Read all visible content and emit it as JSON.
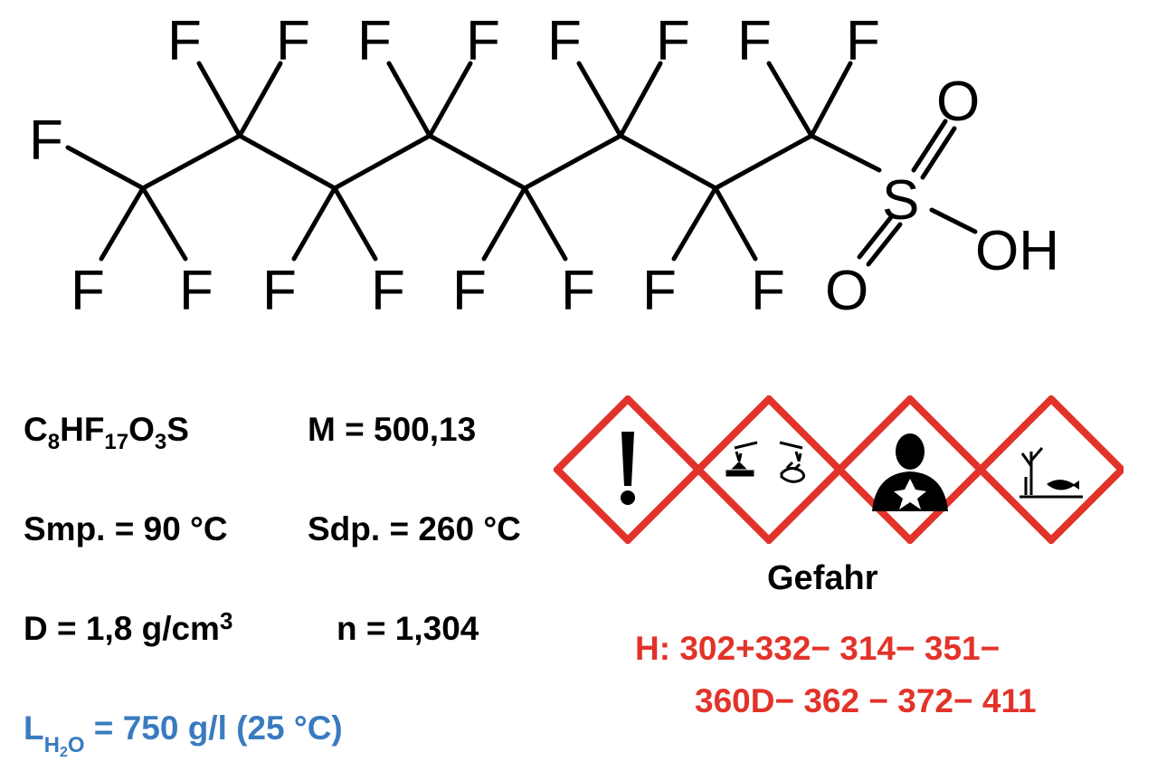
{
  "structure": {
    "atoms": {
      "f_top": [
        "F",
        "F",
        "F",
        "F",
        "F",
        "F",
        "F",
        "F"
      ],
      "f_left": "F",
      "f_bottom": [
        "F",
        "F",
        "F",
        "F",
        "F",
        "F",
        "F",
        "F"
      ],
      "sulfur": "S",
      "oxygen_top": "O",
      "oxygen_bottom": "O",
      "hydroxyl": "OH"
    }
  },
  "properties": {
    "formula": {
      "c": "C",
      "c_sub": "8",
      "hf": "HF",
      "f_sub": "17",
      "o": "O",
      "o_sub": "3",
      "s": "S"
    },
    "molar_mass": "M = 500,13",
    "melting_point": "Smp. = 90 °C",
    "boiling_point": "Sdp. = 260 °C",
    "density_prefix": "D = 1,8 g/cm",
    "density_exp": "3",
    "refractive_index": "n = 1,304",
    "solubility": {
      "symbol": "L",
      "sub_h": "H",
      "sub_2": "2",
      "sub_o": "O",
      "value": " = 750 g/l (25 °C)"
    }
  },
  "hazards": {
    "pictograms": [
      "exclamation-mark",
      "corrosion",
      "health-hazard",
      "environment"
    ],
    "signal_word": "Gefahr",
    "h_line1": "H: 302+332− 314− 351−",
    "h_line2": "360D− 362 − 372− 411",
    "colors": {
      "diamond": "#e2332a",
      "text": "#e2332a",
      "solubility": "#3a7bc0"
    }
  }
}
